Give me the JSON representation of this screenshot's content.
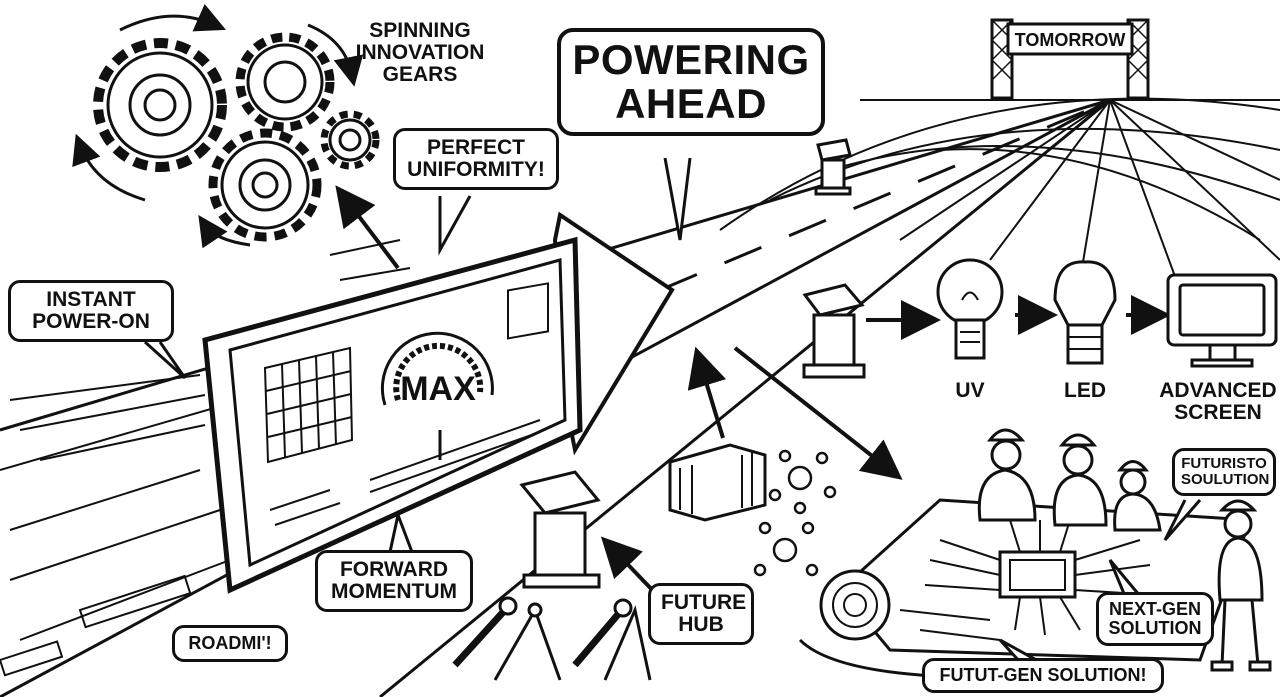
{
  "title": {
    "line1": "POWERING",
    "line2": "AHEAD"
  },
  "gears_label": {
    "line1": "SPINNING",
    "line2": "INNOVATION",
    "line3": "GEARS"
  },
  "uniformity_label": {
    "line1": "PERFECT",
    "line2": "UNIFORMITY!"
  },
  "instant_label": {
    "line1": "INSTANT",
    "line2": "POWER-ON"
  },
  "gauge_text": "MAX",
  "forward_label": {
    "line1": "FORWARD",
    "line2": "MOMENTUM"
  },
  "roadmap_label": "ROADMI'!",
  "future_hub_label": {
    "line1": "FUTURE",
    "line2": "HUB"
  },
  "gate_label": "TOMORROW",
  "evolution": [
    {
      "label": "UV",
      "icon": "incandescent-bulb-icon"
    },
    {
      "label": "LED",
      "icon": "led-bulb-icon"
    },
    {
      "label": "ADVANCED SCREEN",
      "line1": "ADVANCED",
      "line2": "SCREEN",
      "icon": "monitor-icon"
    }
  ],
  "futuristo_label": {
    "line1": "FUTURISTO",
    "line2": "SOULUTION"
  },
  "nextgen_label": {
    "line1": "NEXT-GEN",
    "line2": "SOLUTION"
  },
  "futut_label": "FUTUT-GEN SOLUTION!",
  "colors": {
    "ink": "#111111",
    "paper": "#ffffff"
  }
}
